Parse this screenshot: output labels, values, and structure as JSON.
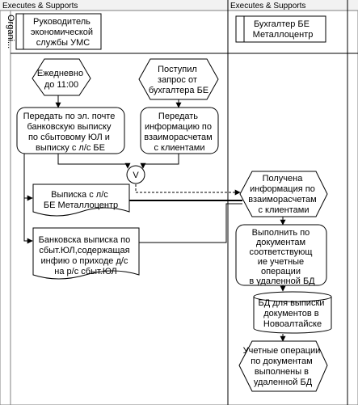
{
  "lanes": {
    "left_header": "Executes & Supports",
    "right_header": "Executes & Supports",
    "row_label": "Organi..."
  },
  "roles": {
    "left": [
      "Руководитель",
      "экономической",
      "службы УМС"
    ],
    "right": [
      "Бухгалтер БЕ",
      "Металлоцентр"
    ]
  },
  "events": {
    "daily": [
      "Ежедневно",
      "до 11:00"
    ],
    "request": [
      "Поступил",
      "запрос от",
      "бухгалтера БЕ"
    ],
    "received": [
      "Получена",
      "информация по",
      "взаиморасчетам",
      "с клиентами"
    ],
    "done": [
      "Учетные операции",
      "по документам",
      "выполнены в",
      "удаленной БД"
    ]
  },
  "functions": {
    "send_email": [
      "Передать по эл. почте",
      "банковскую выписку",
      "по сбытовому ЮЛ и",
      "выписку с л/с БЕ"
    ],
    "send_info": [
      "Передать",
      "информацию по",
      "взаиморасчетам",
      "с клиентами"
    ],
    "execute": [
      "Выполнить по",
      "документам",
      "соответствующ",
      "ие учетные",
      "операции",
      "в удаленной БД"
    ]
  },
  "documents": {
    "statement_be": [
      "Выписка с л/с",
      "БЕ Металлоцентр"
    ],
    "bank_statement": [
      "Банковска выписка по",
      "сбыт.ЮЛ,содержащая",
      "инфию о приходе д/с",
      "на р/с сбыт.ЮЛ"
    ]
  },
  "database": {
    "label": [
      "БД для выписки",
      "документов в",
      "Новоалтайске"
    ]
  },
  "connectors": {
    "or_symbol": "V"
  }
}
